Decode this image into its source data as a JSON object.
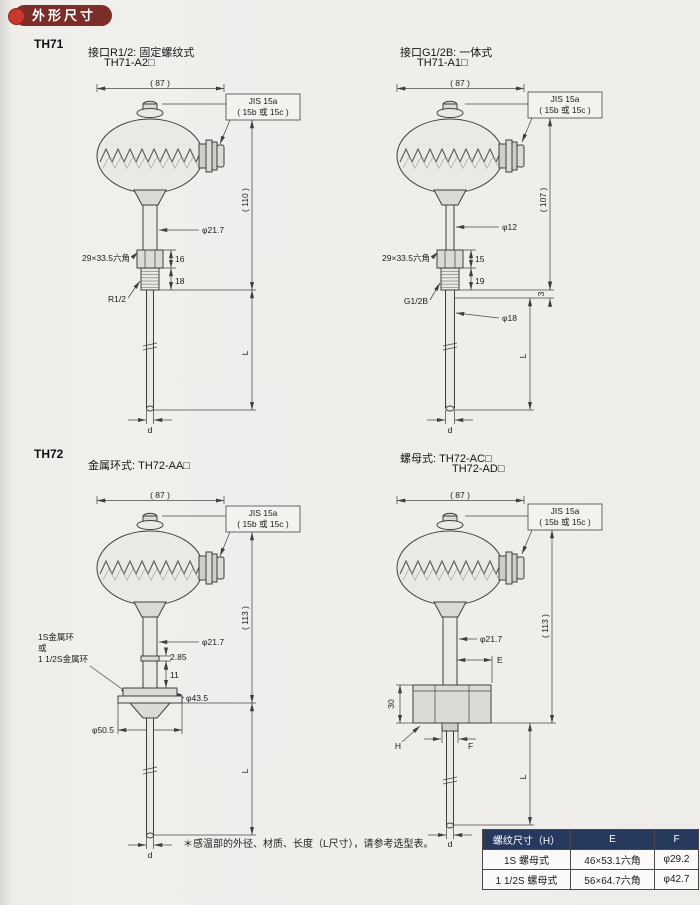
{
  "page": {
    "banner": "外形尺寸",
    "footnote": "＊感温部的外径、材质、长度（L尺寸），请参考选型表。"
  },
  "th71": {
    "label": "TH71",
    "left": {
      "title1": "接口R1/2: 固定螺纹式",
      "title2": "TH71-A2□",
      "dims": {
        "width": "( 87 )",
        "jis1": "JIS 15a",
        "jis2": "( 15b 或 15c )",
        "height": "( 110 )",
        "dia_neck": "φ21.7",
        "hex": "29×33.5六角",
        "h1": "16",
        "h2": "18",
        "thread": "R1/2",
        "length": "L",
        "tip": "d"
      }
    },
    "right": {
      "title1": "接口G1/2B: 一体式",
      "title2": "TH71-A1□",
      "dims": {
        "width": "( 87 )",
        "jis1": "JIS 15a",
        "jis2": "( 15b 或 15c )",
        "height": "( 107 )",
        "dia_neck": "φ12",
        "hex": "29×33.5六角",
        "h1": "15",
        "h2": "19",
        "thread": "G1/2B",
        "dia_tube": "φ18",
        "gap": "3",
        "length": "L",
        "tip": "d"
      }
    }
  },
  "th72": {
    "label": "TH72",
    "left": {
      "title1": "金属环式: TH72-AA□",
      "dims": {
        "width": "( 87 )",
        "jis1": "JIS 15a",
        "jis2": "( 15b 或 15c )",
        "height": "( 113 )",
        "dia_neck": "φ21.7",
        "ring1": "1S金属环",
        "ring2": "或",
        "ring3": "1 1/2S金属环",
        "t1": "2.85",
        "t2": "11",
        "dia_seat": "φ43.5",
        "dia_ring": "φ50.5",
        "length": "L",
        "tip": "d"
      }
    },
    "right": {
      "title1": "螺母式: TH72-AC□",
      "title2": "TH72-AD□",
      "dims": {
        "width": "( 87 )",
        "jis1": "JIS 15a",
        "jis2": "( 15b 或 15c )",
        "height": "( 113 )",
        "dia_neck": "φ21.7",
        "e": "E",
        "h30": "30",
        "h": "H",
        "f": "F",
        "length": "L",
        "tip": "d"
      }
    }
  },
  "table": {
    "headers": [
      "螺纹尺寸（H）",
      "E",
      "F"
    ],
    "rows": [
      [
        "1S 螺母式",
        "46×53.1六角",
        "φ29.2"
      ],
      [
        "1 1/2S 螺母式",
        "56×64.7六角",
        "φ42.7"
      ]
    ]
  }
}
